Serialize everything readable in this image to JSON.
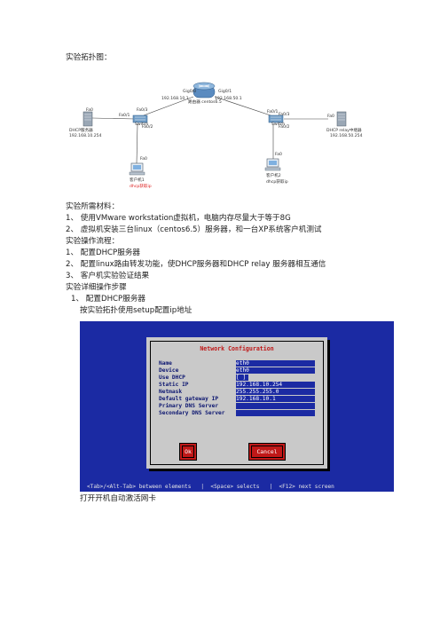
{
  "heading_topology": "实验拓扑图：",
  "topology": {
    "router_name": "路由器 centos6.5",
    "router_left_port": "Gig0/0",
    "router_left_ip": "192.168.10.1",
    "router_right_port": "Gig0/1",
    "router_right_ip": "192.168.50.1",
    "left_switch_label": "Switch",
    "left_switch_ports": [
      "Fa0/1",
      "Fa0/2",
      "Fa0/3"
    ],
    "right_switch_label": "Switch",
    "right_switch_ports": [
      "Fa0/1",
      "Fa0/2",
      "Fa0/3"
    ],
    "dhcp_server_port": "Fa0",
    "dhcp_server_name": "DHCP服务器",
    "dhcp_server_ip": "192.168.10.254",
    "relay_server_port": "Fa0",
    "relay_server_name": "DHCP relay中继器",
    "relay_server_ip": "192.168.50.254",
    "client1_port": "Fa0",
    "client1_name": "客户机1",
    "client1_note": "dhcp获取ip",
    "client2_port": "Fa0",
    "client2_name": "客户机2",
    "client2_note": "dhcp获取ip"
  },
  "materials_heading": "实验所需材料：",
  "materials": [
    "1、 使用VMware workstation虚拟机，电脑内存尽量大于等于8G",
    "2、 虚拟机安装三台linux（centos6.5）服务器，和一台XP系统客户机测试"
  ],
  "flow_heading": "实验操作流程：",
  "flow": [
    "1、 配置DHCP服务器",
    "2、 配置linux路由转发功能，使DHCP服务器和DHCP relay  服务器相互通信",
    "3、 客户机实验验证结果"
  ],
  "steps_heading": "实验详细操作步骤",
  "step1_title": "1、  配置DHCP服务器",
  "step1_desc": "按实验拓扑使用setup配置ip地址",
  "terminal": {
    "dialog_title": "Network Configuration",
    "fields": [
      {
        "label": "Name",
        "value": "eth0"
      },
      {
        "label": "Device",
        "value": "eth0"
      },
      {
        "label": "Use DHCP",
        "value": "[ ]"
      },
      {
        "label": "Static IP",
        "value": "192.168.10.254"
      },
      {
        "label": "Netmask",
        "value": "255.255.255.0"
      },
      {
        "label": "Default gateway IP",
        "value": "192.168.10.1"
      },
      {
        "label": "Primary DNS Server",
        "value": ""
      },
      {
        "label": "Secondary DNS Server",
        "value": ""
      }
    ],
    "ok_label": "Ok",
    "cancel_label": "Cancel",
    "help_text": "<Tab>/<Alt-Tab> between elements   |  <Space> selects   |  <F12> next screen"
  },
  "after_text": "打开开机自动激活网卡"
}
